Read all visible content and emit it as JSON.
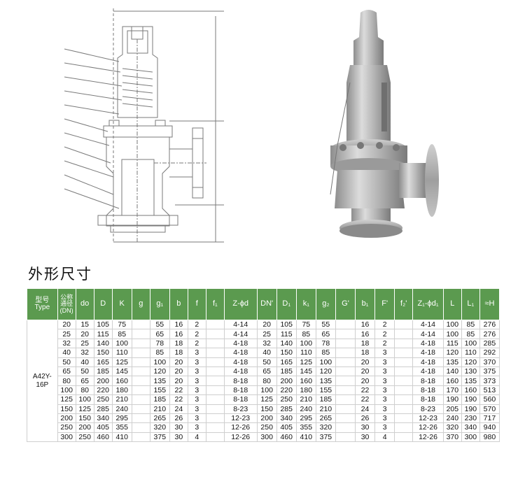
{
  "section_title": "外形尺寸",
  "table": {
    "headers": [
      [
        "型号",
        "Type"
      ],
      [
        "公称",
        "通径",
        "(DN)"
      ],
      [
        "do"
      ],
      [
        "D"
      ],
      [
        "K"
      ],
      [
        "g"
      ],
      [
        "g₁"
      ],
      [
        "b"
      ],
      [
        "f"
      ],
      [
        "f₁"
      ],
      [
        "Z-ϕd"
      ],
      [
        "DN'"
      ],
      [
        "D₁"
      ],
      [
        "k₁"
      ],
      [
        "g₂"
      ],
      [
        "G'"
      ],
      [
        "b₁"
      ],
      [
        "F'"
      ],
      [
        "f₂'"
      ],
      [
        "Z₁-ϕd₁"
      ],
      [
        "L"
      ],
      [
        "L₁"
      ],
      [
        "≈H"
      ]
    ],
    "model": "A42Y-16P",
    "rows": [
      [
        "20",
        "15",
        "105",
        "75",
        "",
        "55",
        "16",
        "2",
        "",
        "4-14",
        "20",
        "105",
        "75",
        "55",
        "",
        "16",
        "2",
        "",
        "4-14",
        "100",
        "85",
        "276"
      ],
      [
        "25",
        "20",
        "115",
        "85",
        "",
        "65",
        "16",
        "2",
        "",
        "4-14",
        "25",
        "115",
        "85",
        "65",
        "",
        "16",
        "2",
        "",
        "4-14",
        "100",
        "85",
        "276"
      ],
      [
        "32",
        "25",
        "140",
        "100",
        "",
        "78",
        "18",
        "2",
        "",
        "4-18",
        "32",
        "140",
        "100",
        "78",
        "",
        "18",
        "2",
        "",
        "4-18",
        "115",
        "100",
        "285"
      ],
      [
        "40",
        "32",
        "150",
        "110",
        "",
        "85",
        "18",
        "3",
        "",
        "4-18",
        "40",
        "150",
        "110",
        "85",
        "",
        "18",
        "3",
        "",
        "4-18",
        "120",
        "110",
        "292"
      ],
      [
        "50",
        "40",
        "165",
        "125",
        "",
        "100",
        "20",
        "3",
        "",
        "4-18",
        "50",
        "165",
        "125",
        "100",
        "",
        "20",
        "3",
        "",
        "4-18",
        "135",
        "120",
        "370"
      ],
      [
        "65",
        "50",
        "185",
        "145",
        "",
        "120",
        "20",
        "3",
        "",
        "4-18",
        "65",
        "185",
        "145",
        "120",
        "",
        "20",
        "3",
        "",
        "4-18",
        "140",
        "130",
        "375"
      ],
      [
        "80",
        "65",
        "200",
        "160",
        "",
        "135",
        "20",
        "3",
        "",
        "8-18",
        "80",
        "200",
        "160",
        "135",
        "",
        "20",
        "3",
        "",
        "8-18",
        "160",
        "135",
        "373"
      ],
      [
        "100",
        "80",
        "220",
        "180",
        "",
        "155",
        "22",
        "3",
        "",
        "8-18",
        "100",
        "220",
        "180",
        "155",
        "",
        "22",
        "3",
        "",
        "8-18",
        "170",
        "160",
        "513"
      ],
      [
        "125",
        "100",
        "250",
        "210",
        "",
        "185",
        "22",
        "3",
        "",
        "8-18",
        "125",
        "250",
        "210",
        "185",
        "",
        "22",
        "3",
        "",
        "8-18",
        "190",
        "190",
        "560"
      ],
      [
        "150",
        "125",
        "285",
        "240",
        "",
        "210",
        "24",
        "3",
        "",
        "8-23",
        "150",
        "285",
        "240",
        "210",
        "",
        "24",
        "3",
        "",
        "8-23",
        "205",
        "190",
        "570"
      ],
      [
        "200",
        "150",
        "340",
        "295",
        "",
        "265",
        "26",
        "3",
        "",
        "12-23",
        "200",
        "340",
        "295",
        "265",
        "",
        "26",
        "3",
        "",
        "12-23",
        "240",
        "230",
        "717"
      ],
      [
        "250",
        "200",
        "405",
        "355",
        "",
        "320",
        "30",
        "3",
        "",
        "12-26",
        "250",
        "405",
        "355",
        "320",
        "",
        "30",
        "3",
        "",
        "12-26",
        "320",
        "340",
        "940"
      ],
      [
        "300",
        "250",
        "460",
        "410",
        "",
        "375",
        "30",
        "4",
        "",
        "12-26",
        "300",
        "460",
        "410",
        "375",
        "",
        "30",
        "4",
        "",
        "12-26",
        "370",
        "300",
        "980"
      ]
    ]
  }
}
